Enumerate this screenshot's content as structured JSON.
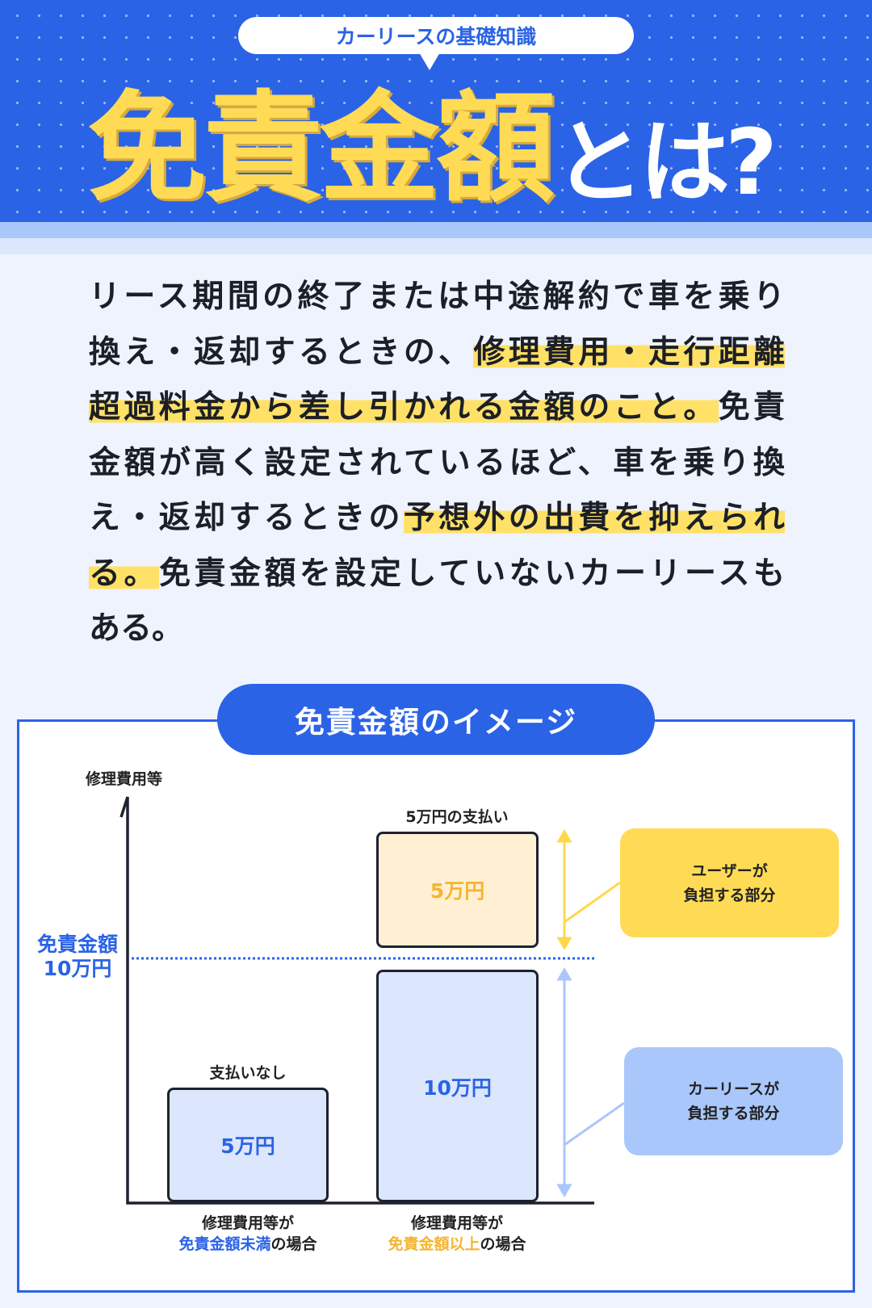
{
  "header": {
    "badge": "カーリースの基礎知識",
    "title_main": "免責金額",
    "title_sub": "とは?"
  },
  "paragraph": [
    [
      {
        "text": "リース期間の終了または中途解約で車を乗り",
        "hl": false
      }
    ],
    [
      {
        "text": "換え・返却するときの、",
        "hl": false
      },
      {
        "text": "修理費用・走行距離",
        "hl": true
      }
    ],
    [
      {
        "text": "超過料金から差し引かれる金額のこと。",
        "hl": true
      },
      {
        "text": "免責",
        "hl": false
      }
    ],
    [
      {
        "text": "金額が高く設定されているほど、車を乗り換",
        "hl": false
      }
    ],
    [
      {
        "text": "え・返却するときの",
        "hl": false
      },
      {
        "text": "予想外の出費を抑えられ",
        "hl": true
      }
    ],
    [
      {
        "text": "る。",
        "hl": true
      },
      {
        "text": "免責金額を設定していないカーリースも",
        "hl": false
      }
    ],
    [
      {
        "text": "ある。",
        "hl": false
      }
    ]
  ],
  "diagram": {
    "title": "免責金額のイメージ",
    "y_axis_label": "修理費用等",
    "threshold_label_1": "免責金額",
    "threshold_label_2": "10万円",
    "left_bar": {
      "top_label": "支払いなし",
      "value": "5万円",
      "bottom_1": "修理費用等が",
      "bottom_2_colored": "免責金額未満",
      "bottom_2_rest": "の場合"
    },
    "right_bar": {
      "top_label": "5万円の支払い",
      "upper_value": "5万円",
      "lower_value": "10万円",
      "bottom_1": "修理費用等が",
      "bottom_2_colored": "免責金額以上",
      "bottom_2_rest": "の場合"
    },
    "callout_user_1": "ユーザーが",
    "callout_user_2": "負担する部分",
    "callout_lease_1": "カーリースが",
    "callout_lease_2": "負担する部分"
  },
  "colors": {
    "blue": "#2b63e6",
    "yellow": "#ffdb55",
    "light_blue": "#a9c7fb",
    "bar_blue": "#dce6fd",
    "bar_yellow": "#fff0d4",
    "orange_text": "#f5b52e"
  }
}
